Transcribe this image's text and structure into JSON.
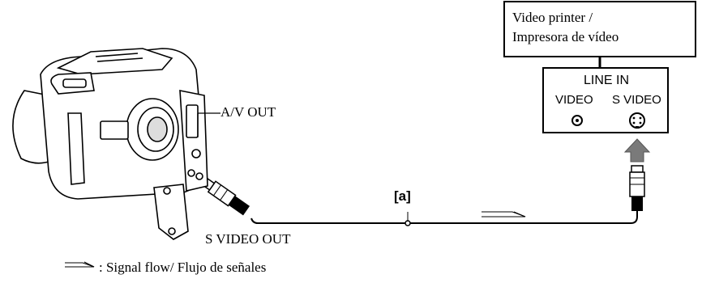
{
  "printer": {
    "title_line1": "Video printer /",
    "title_line2": "Impresora de vídeo",
    "input_label": "LINE IN",
    "jack_video": "VIDEO",
    "jack_svideo": "S VIDEO"
  },
  "camera": {
    "av_out_label": "A/V OUT",
    "svideo_out_label": "S VIDEO OUT"
  },
  "cable": {
    "label": "[a]"
  },
  "legend": {
    "text": ": Signal flow/ Flujo de señales"
  }
}
